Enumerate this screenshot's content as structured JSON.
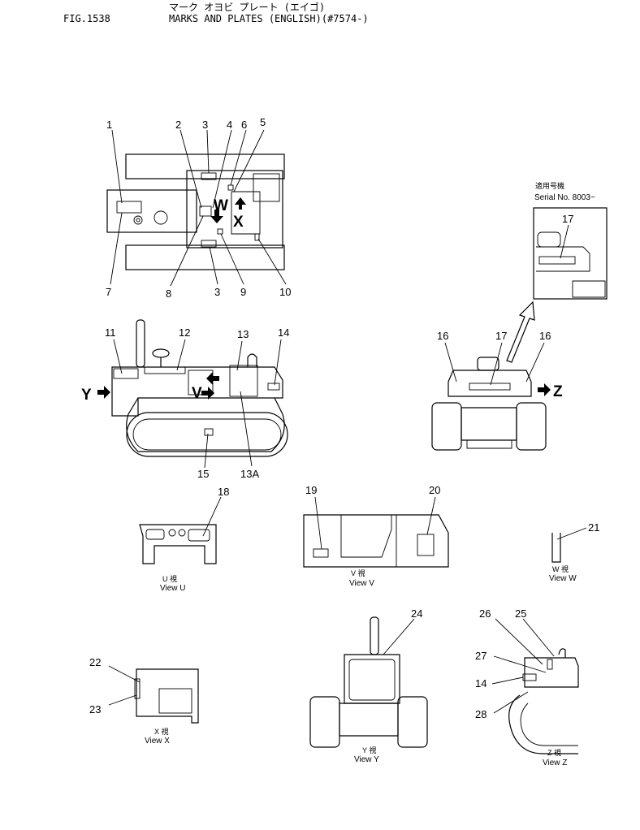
{
  "header": {
    "fig_no": "FIG.1538",
    "title_kana": "マーク オヨビ プレート (エイゴ)",
    "title": "MARKS AND PLATES (ENGLISH)(#7574-)"
  },
  "serial_note": {
    "kanji": "適用号機",
    "label": "Serial No. 8003~"
  },
  "view_letters": {
    "W": "W",
    "X": "X",
    "Y": "Y",
    "V": "V",
    "Z": "Z"
  },
  "callouts": {
    "c1": "1",
    "c2": "2",
    "c3": "3",
    "c3b": "3",
    "c4": "4",
    "c5": "5",
    "c6": "6",
    "c7": "7",
    "c8": "8",
    "c9": "9",
    "c10": "10",
    "c11": "11",
    "c12": "12",
    "c13": "13",
    "c13a": "13A",
    "c14": "14",
    "c15": "15",
    "c16a": "16",
    "c16b": "16",
    "c17a": "17",
    "c17b": "17",
    "c18": "18",
    "c19": "19",
    "c20": "20",
    "c21": "21",
    "c22": "22",
    "c23": "23",
    "c24": "24",
    "c25": "25",
    "c26": "26",
    "c27": "27",
    "c14b": "14",
    "c28": "28"
  },
  "views": {
    "u": {
      "jp": "U 視",
      "en": "View U"
    },
    "v": {
      "jp": "V 視",
      "en": "View V"
    },
    "w": {
      "jp": "W 視",
      "en": "View W"
    },
    "x": {
      "jp": "X 視",
      "en": "View X"
    },
    "y": {
      "jp": "Y 視",
      "en": "View Y"
    },
    "z": {
      "jp": "Z 視",
      "en": "View Z"
    }
  }
}
